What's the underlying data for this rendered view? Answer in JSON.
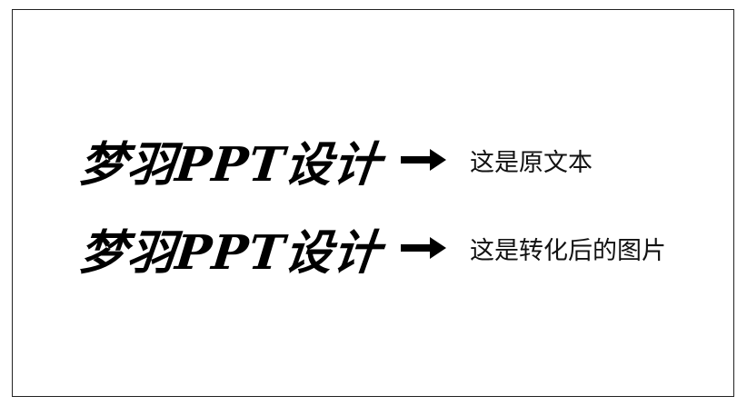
{
  "rows": [
    {
      "brush_text": "梦羽PPT设计",
      "label": "这是原文本",
      "icon": "right-arrow-icon"
    },
    {
      "brush_text": "梦羽PPT设计",
      "label": "这是转化后的图片",
      "icon": "right-arrow-icon"
    }
  ],
  "colors": {
    "text": "#000000",
    "border": "#222222",
    "background": "#ffffff"
  }
}
